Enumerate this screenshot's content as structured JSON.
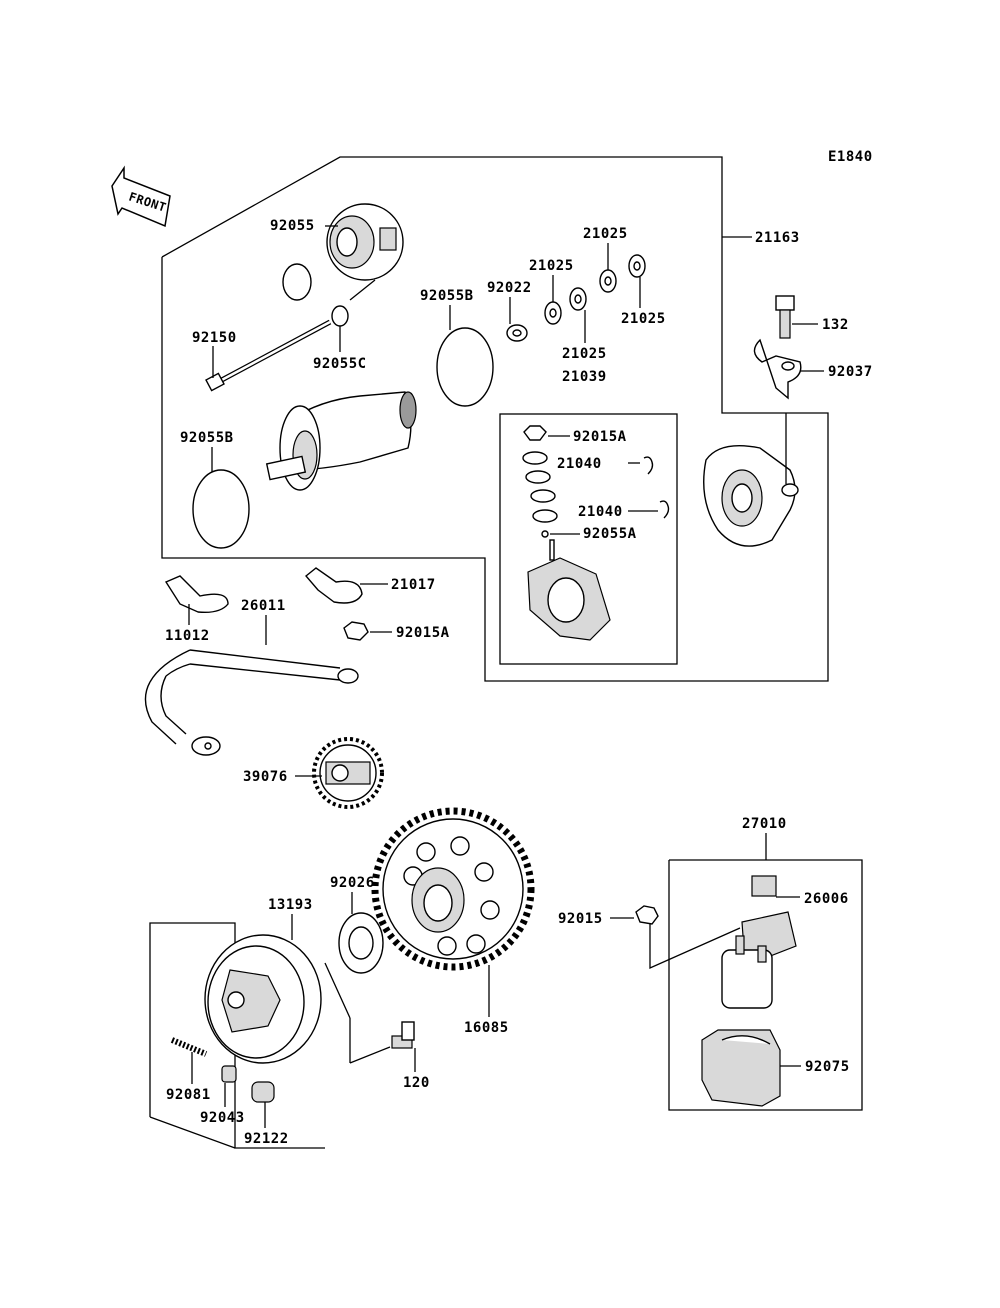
{
  "diagram_code": "E1840",
  "front_arrow_label": "FRONT",
  "parts": {
    "p21163": "21163",
    "p92055": "92055",
    "p21025_a": "21025",
    "p21025_b": "21025",
    "p21025_c": "21025",
    "p21025_d": "21025",
    "p92022": "92022",
    "p92055B_a": "92055B",
    "p92055B_b": "92055B",
    "p92150": "92150",
    "p92055C": "92055C",
    "p21039": "21039",
    "p132": "132",
    "p92037": "92037",
    "p92015A_a": "92015A",
    "p92015A_b": "92015A",
    "p21040_a": "21040",
    "p21040_b": "21040",
    "p92055A": "92055A",
    "p21017": "21017",
    "p11012": "11012",
    "p26011": "26011",
    "p39076": "39076",
    "p27010": "27010",
    "p26006": "26006",
    "p92015": "92015",
    "p92075": "92075",
    "p92026": "92026",
    "p13193": "13193",
    "p16085": "16085",
    "p120": "120",
    "p92081": "92081",
    "p92043": "92043",
    "p92122": "92122"
  }
}
